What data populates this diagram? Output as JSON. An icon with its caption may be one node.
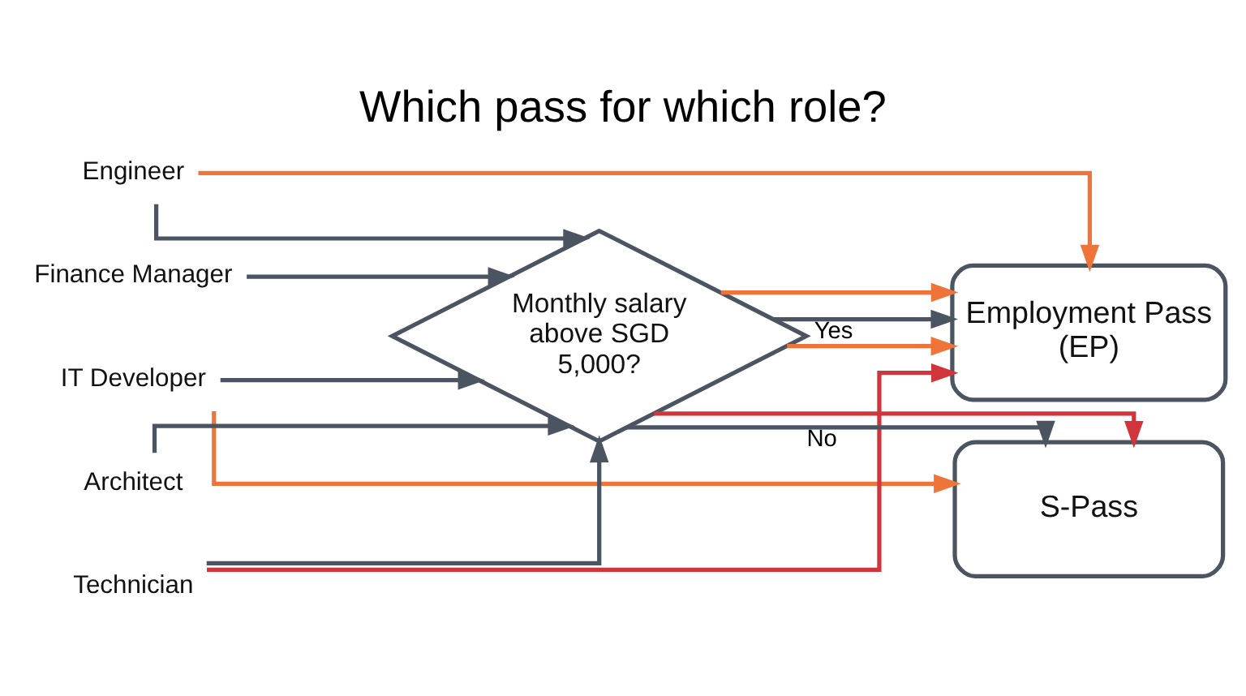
{
  "diagram": {
    "title": "Which pass for which role?",
    "nodes": [
      {
        "text": [
          "Engineer"
        ]
      },
      {
        "text": [
          "Finance Manager"
        ]
      },
      {
        "text": [
          "IT Developer"
        ]
      },
      {
        "text": [
          "Architect"
        ]
      },
      {
        "text": [
          "Technician"
        ]
      },
      {
        "text": [
          "Monthly salary above SGD 5,000?"
        ]
      },
      {
        "text": [
          "Employment Pass (EP)"
        ]
      },
      {
        "text": [
          "S-Pass"
        ]
      }
    ],
    "edges": [
      {
        "from": 0,
        "to": 5,
        "arrow": "to"
      },
      {
        "from": 1,
        "to": 5,
        "arrow": "to"
      },
      {
        "from": 2,
        "to": 5,
        "arrow": "to"
      },
      {
        "from": 3,
        "to": 5,
        "arrow": "to"
      },
      {
        "from": 4,
        "to": 5,
        "arrow": "to"
      },
      {
        "from": 0,
        "to": 6,
        "arrow": "to",
        "color": "#ef7439"
      },
      {
        "from": 5,
        "to": 6,
        "arrow": "to",
        "color": "#ef7439"
      },
      {
        "from": 5,
        "to": 6,
        "label": "Yes",
        "arrow": "to"
      },
      {
        "from": 5,
        "to": 6,
        "arrow": "to",
        "color": "#ef7439"
      },
      {
        "from": 5,
        "to": 7,
        "label": "No",
        "arrow": "to"
      },
      {
        "from": 5,
        "to": 7,
        "arrow": "to",
        "color": "#d2343c"
      },
      {
        "from": 2,
        "to": 7,
        "arrow": "to",
        "color": "#ef7439"
      },
      {
        "from": 4,
        "to": 6,
        "arrow": "to",
        "color": "#d2343c"
      }
    ]
  }
}
